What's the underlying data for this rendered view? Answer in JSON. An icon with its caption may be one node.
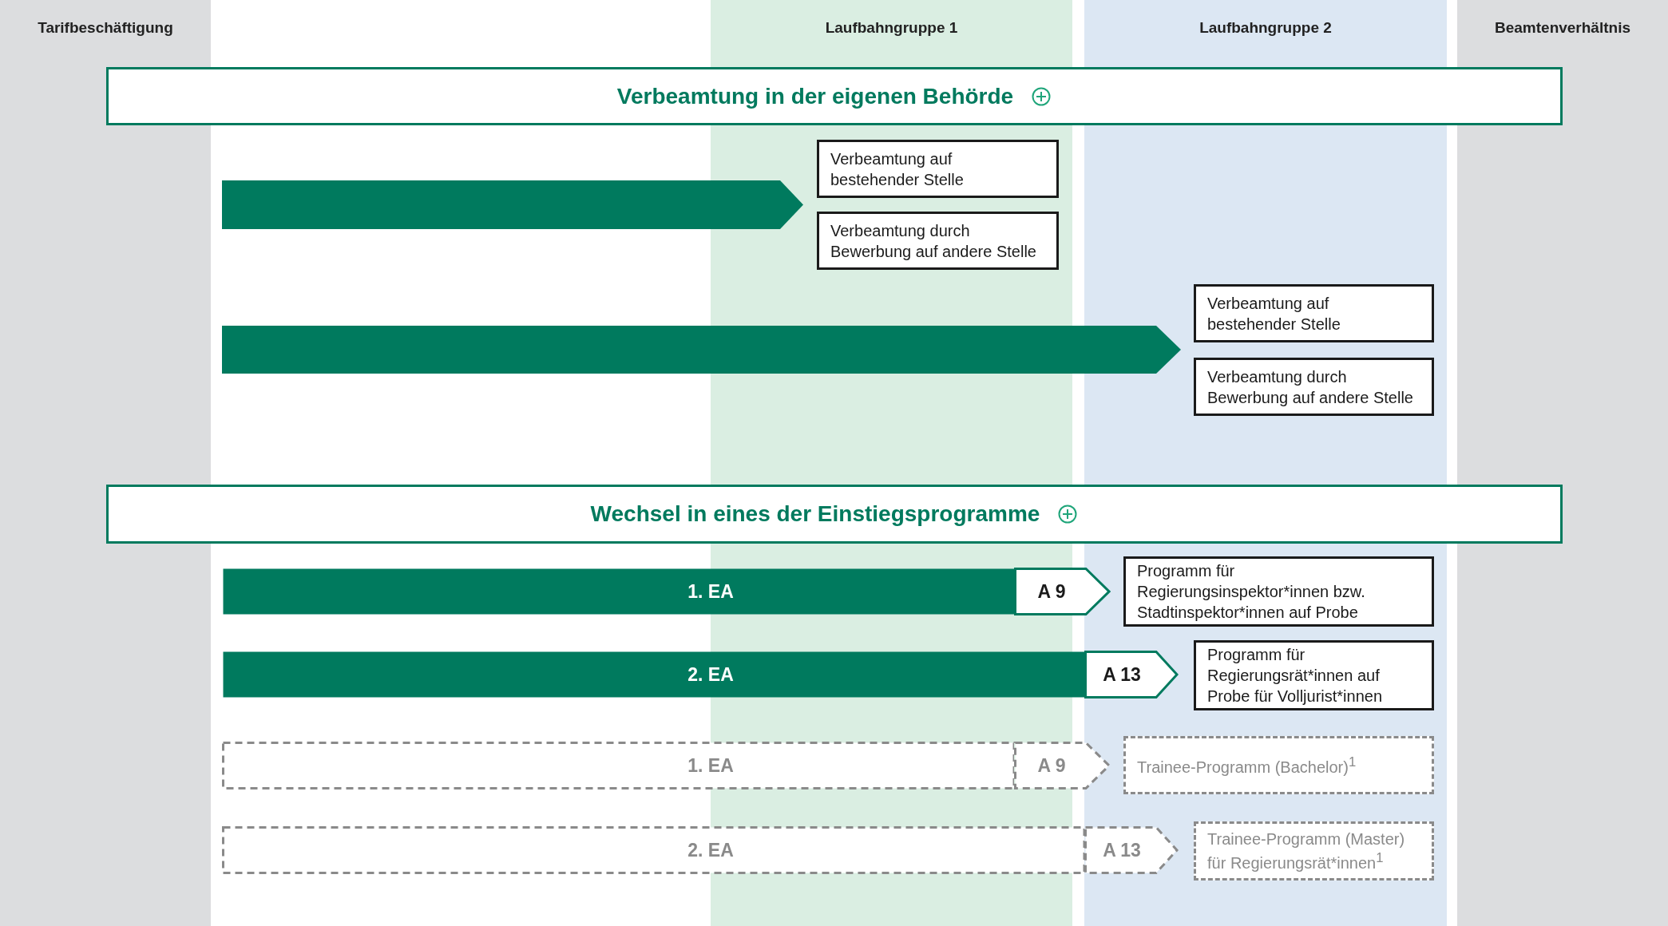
{
  "diagram": {
    "nodes": [
      {
        "text": [
          "Tarifbeschäftigung"
        ]
      },
      {
        "text": [
          "Laufbahngruppe 1"
        ]
      },
      {
        "text": [
          "Laufbahngruppe 2"
        ]
      },
      {
        "text": [
          "Beamtenverhältnis"
        ]
      },
      {
        "text": [
          "Verbeamtung in der eigenen Behörde"
        ]
      },
      {
        "text": [],
        "shape": "arrow"
      },
      {
        "text": [
          "Verbeamtung auf bestehender Stelle"
        ],
        "in": 1
      },
      {
        "text": [
          "Verbeamtung durch Bewerbung auf andere Stelle"
        ],
        "in": 1
      },
      {
        "text": [],
        "shape": "arrow"
      },
      {
        "text": [
          "Verbeamtung auf bestehender Stelle"
        ],
        "in": 2
      },
      {
        "text": [
          "Verbeamtung durch Bewerbung auf andere Stelle"
        ],
        "in": 2
      },
      {
        "text": [
          "Wechsel in eines der Einstiegsprogramme"
        ]
      },
      {
        "text": [
          "1. EA"
        ]
      },
      {
        "text": [
          "A 9"
        ]
      },
      {
        "text": [
          "Programm für Regierungsinspektor*innen bzw. Stadtinspektor*innen auf Probe"
        ],
        "in": 2
      },
      {
        "text": [
          "2. EA"
        ]
      },
      {
        "text": [
          "A 13"
        ],
        "in": 2
      },
      {
        "text": [
          "Programm für Regierungsrät*innen auf Probe für Volljurist*innen"
        ],
        "in": 2
      },
      {
        "text": [
          "1. EA"
        ]
      },
      {
        "text": [
          "A 9"
        ]
      },
      {
        "text": [
          "Trainee-Programm (Bachelor)$^{1}$"
        ],
        "in": 2
      },
      {
        "text": [
          "2. EA"
        ]
      },
      {
        "text": [
          "A 13"
        ],
        "in": 2
      },
      {
        "text": [
          "Trainee-Programm (Master) für Regierungsrät*innen$^{1}$"
        ],
        "in": 2
      }
    ]
  }
}
